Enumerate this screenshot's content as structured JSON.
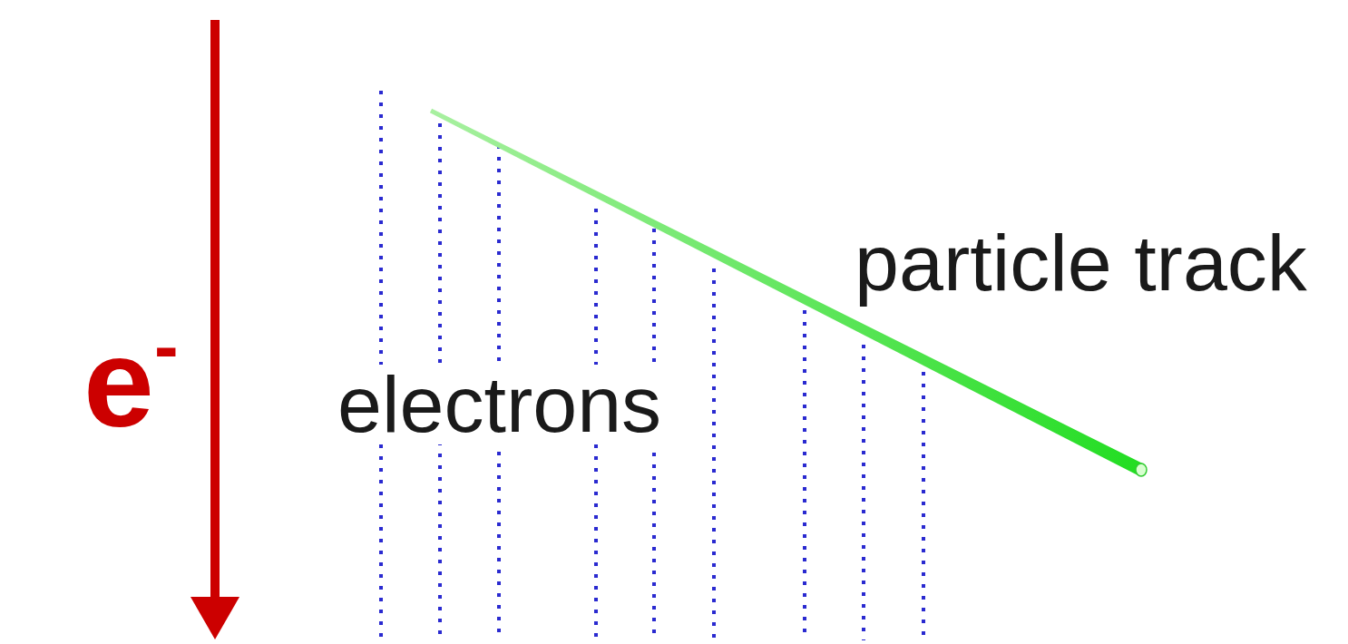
{
  "diagram": {
    "labels": [
      "e",
      "-",
      "electrons",
      "particle track"
    ]
  }
}
